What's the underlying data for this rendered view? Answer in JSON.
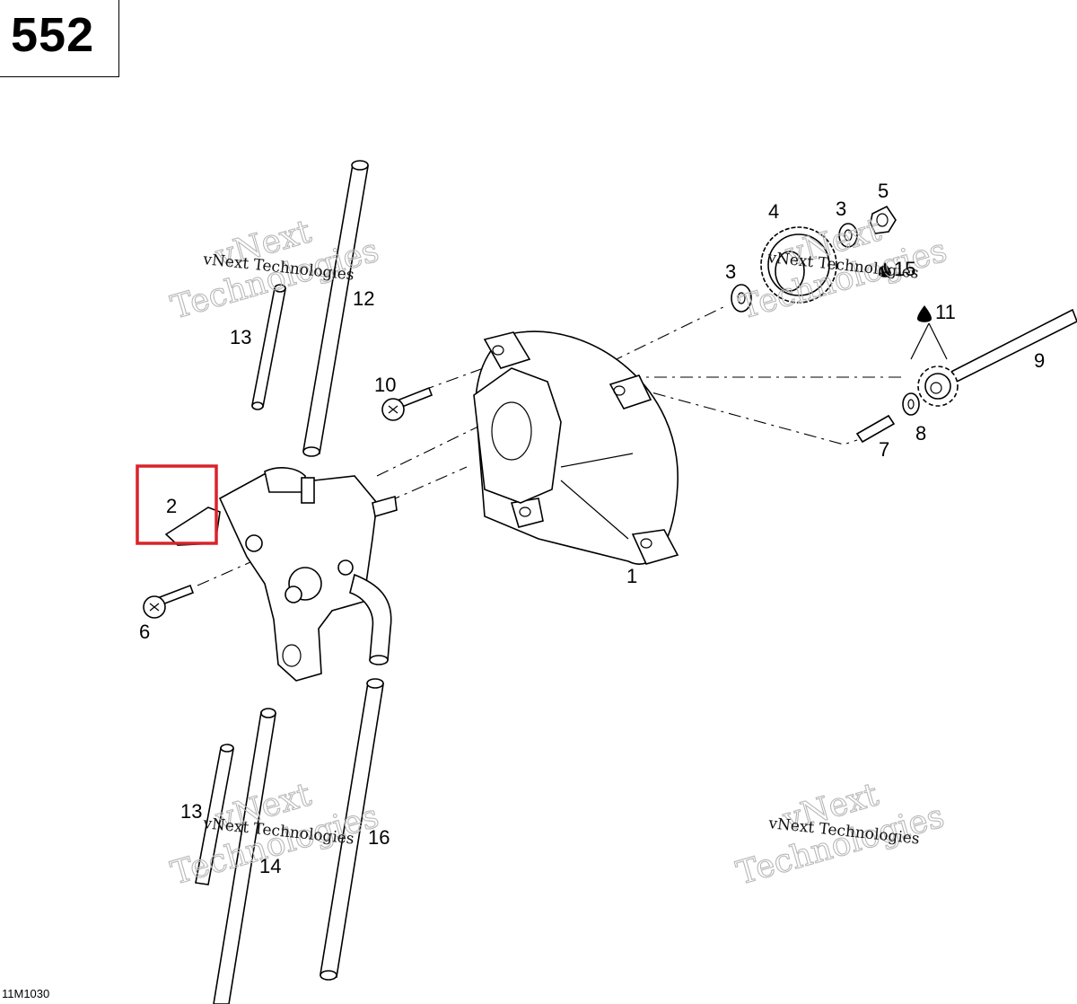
{
  "page_number": "552",
  "figure_code": "11M1030",
  "highlight_color": "#d9232a",
  "highlighted_callout": "2",
  "watermark": {
    "line1": "vNext Technologies",
    "line2a": "vNext",
    "line2b": "Technologies"
  },
  "callouts": {
    "c1": "1",
    "c2": "2",
    "c3a": "3",
    "c3b": "3",
    "c4": "4",
    "c5": "5",
    "c6": "6",
    "c7": "7",
    "c8": "8",
    "c9": "9",
    "c10": "10",
    "c11": "11",
    "c12": "12",
    "c13a": "13",
    "c13b": "13",
    "c14": "14",
    "c15": "15",
    "c16": "16"
  },
  "oil_drop_icon": "oil-drop-icon"
}
